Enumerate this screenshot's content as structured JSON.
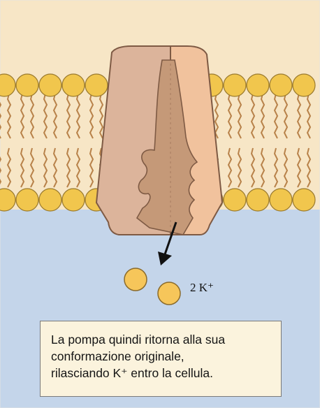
{
  "figure": {
    "ion_label": "2 K⁺",
    "caption_lines": [
      "La pompa quindi ritorna alla sua",
      "conformazione originale,",
      "rilasciando K⁺ entro la cellula."
    ]
  },
  "colors": {
    "extracellular": "#f7e6c6",
    "cytoplasm": "#c4d5ea",
    "phospholipid_head": "#f1c64d",
    "lipid_tail": "#b8824a",
    "protein_left": "#dcb49b",
    "protein_right": "#f1c29d",
    "protein_channel": "#c59978",
    "potassium_ion": "#f6c65a",
    "caption_background": "#fbf3dd"
  },
  "icons": [
    "membrane-bilayer",
    "sodium-potassium-pump-protein",
    "release-arrow",
    "potassium-ion"
  ]
}
